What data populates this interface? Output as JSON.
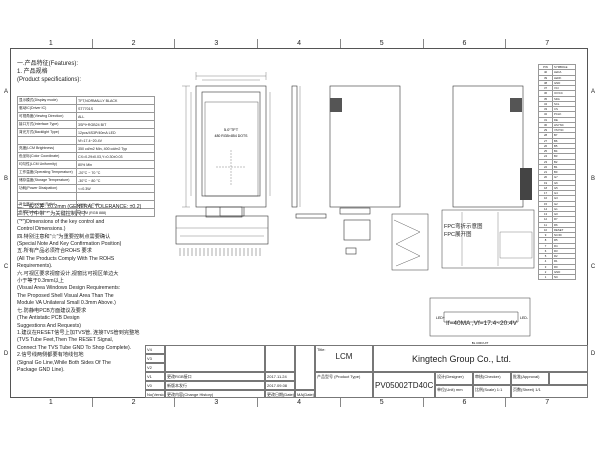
{
  "zones_horizontal": [
    "1",
    "2",
    "3",
    "4",
    "5",
    "6",
    "7"
  ],
  "zones_vertical": [
    "A",
    "B",
    "C",
    "D"
  ],
  "specs": {
    "title": "一.产品特征(Features):",
    "sub1": "1. 产品规格",
    "sub2": "(Product specifications):",
    "rows": [
      {
        "label": "显示模式(Display mode)",
        "value": "TFT,NORMALLY BLACK"
      },
      {
        "label": "驱动IC(Driver IC)",
        "value": "ST7701S"
      },
      {
        "label": "可视角度(Viewing Direction)",
        "value": "ALL"
      },
      {
        "label": "接口方式(Interface Type)",
        "value": "3SPI+RGB24 BIT"
      },
      {
        "label": "背光方式(Backlight Type)",
        "value": "12pcs/4S3P/40mA LED"
      },
      {
        "label": "",
        "value": "Vf=17.4~20.4V"
      },
      {
        "label": "亮度(LCM Brightness)",
        "value": "350 cd/m2 Min, 400 cd/m2 Typ"
      },
      {
        "label": "色坐标(Color Coordinate)",
        "value": "CX=0.29±0.03,Y=0.30±0.03"
      },
      {
        "label": "均匀性(LCM Uniformity)",
        "value": "80% Min"
      },
      {
        "label": "工作温度(Operating Temperature)",
        "value": "-20°C ~ 70 °C"
      },
      {
        "label": "储存温度(Storage Temperature)",
        "value": "-30°C ~ 80 °C"
      },
      {
        "label": "功耗(Power Dissipation)",
        "value": "<=0.3W"
      },
      {
        "label": "",
        "value": ""
      },
      {
        "label": "对比度(Contrast Ratio)",
        "value": "1000 : 1 TYP"
      },
      {
        "label": "色彩(Color)",
        "value": "16.7M (RGB 888)"
      }
    ]
  },
  "notes": [
    "二.一般公差: ±0.2mm (GENERAL TOLERANCE: ±0.2)",
    "三.尺寸中带\"*\"为关键控制尺寸",
    "(\"*\")Dimensions of the key control and",
    "Control Dimensions.)",
    "四.特别注意和\"☆\"为重要控制点需要确认",
    "(Special Note And Key Confirmation Position)",
    "五.所有产品必须符合ROHS 要求",
    "(All The Products Comply With The ROHS",
    "Requirements).",
    "六.可视区要求视窗设计,视窗比可视区单边大",
    "小于等于0.3mm以上",
    "(Visual Area Windows Design Requirements:",
    "The Proposed Shell Visual Area Than The",
    "Module VA Unilateral Small 0.3mm Above.)",
    "七.防静电PCB方面建议及要求",
    "(The Antistatic PCB Design",
    "Suggestions And Requests)",
    "1.建议在RESET信号上加TVS管, 连接TVS管到完整地",
    "(TVS Tube Feet,Then The RESET Signal,",
    "Connect The TVS Tube GND To Shop Complete).",
    "2.信号线两侧都要有地线包地",
    "(Signal Go Line,While Both Sides Of The",
    "Package GND Line)."
  ],
  "drawing": {
    "labels": [
      "5.0\"TFT",
      "480 RGB×854 DOTS",
      "FPC弯折示意图",
      "FPC展开图",
      "LED+",
      "LED-"
    ],
    "formula": "If=40MA ,Vf=17.4~20.4V",
    "circuit": "BL CIRCUIT"
  },
  "pin_table": {
    "header": [
      "PIN",
      "SYMBOLE"
    ],
    "pins": [
      [
        "40",
        "LEDA"
      ],
      [
        "39",
        "LEDK"
      ],
      [
        "38",
        "GND"
      ],
      [
        "37",
        "VCI"
      ],
      [
        "36",
        "IOVCC"
      ],
      [
        "35",
        "SDA"
      ],
      [
        "34",
        "SCL"
      ],
      [
        "33",
        "CS"
      ],
      [
        "32",
        "PCLK"
      ],
      [
        "31",
        "DE"
      ],
      [
        "30",
        "HSYNC"
      ],
      [
        "29",
        "VSYNC"
      ],
      [
        "28",
        "B7"
      ],
      [
        "27",
        "B6"
      ],
      [
        "26",
        "B5"
      ],
      [
        "25",
        "B4"
      ],
      [
        "24",
        "B3"
      ],
      [
        "23",
        "B2"
      ],
      [
        "22",
        "B1"
      ],
      [
        "21",
        "B0"
      ],
      [
        "20",
        "G7"
      ],
      [
        "19",
        "G6"
      ],
      [
        "18",
        "G5"
      ],
      [
        "17",
        "G4"
      ],
      [
        "16",
        "G3"
      ],
      [
        "15",
        "G2"
      ],
      [
        "14",
        "G1"
      ],
      [
        "13",
        "G0"
      ],
      [
        "12",
        "R7"
      ],
      [
        "11",
        "R6"
      ],
      [
        "10",
        "RESET"
      ],
      [
        "9",
        "NC/ID"
      ],
      [
        "8",
        "R5"
      ],
      [
        "7",
        "R4"
      ],
      [
        "6",
        "R3"
      ],
      [
        "5",
        "R2"
      ],
      [
        "4",
        "R1"
      ],
      [
        "3",
        "R0"
      ],
      [
        "2",
        "GND"
      ],
      [
        "1",
        "NC"
      ]
    ]
  },
  "title_block": {
    "versions": [
      "V4",
      "V3",
      "V2",
      "V1",
      "V0"
    ],
    "change_headers": [
      "No(Version)",
      "更改内容(Change History)",
      "更改日期(Date)",
      "MA(Date)"
    ],
    "v1_change": "更改RGB接口",
    "v0_change": "新版本发行",
    "v1_date": "2017.11.24",
    "v0_date": "2017.09.08",
    "title_label": "Title:",
    "title_value": "LCM",
    "company": "Kingtech Group Co., Ltd.",
    "product_label": "产品型号 (Product Type)",
    "product_value": "PV05002TD40C",
    "designer_label": "设计(Designer)",
    "checker_label": "审核(Checker)",
    "approval_label": "批准(Approval)",
    "unit_label": "单位(Unit)",
    "unit_value": "mm",
    "scale_label": "比例(Scale)",
    "scale_value": "1:1",
    "sheet_label": "页数(Sheet)",
    "sheet_value": "1/1"
  }
}
